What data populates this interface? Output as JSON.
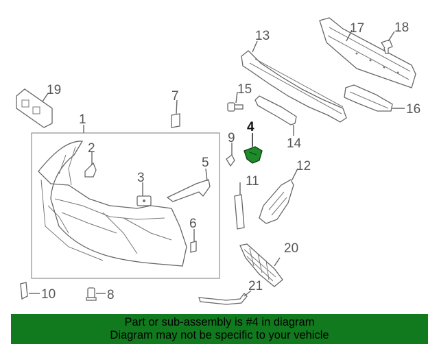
{
  "callouts": {
    "c1": "1",
    "c2": "2",
    "c3": "3",
    "c4": "4",
    "c5": "5",
    "c6": "6",
    "c7": "7",
    "c8": "8",
    "c9": "9",
    "c10": "10",
    "c11": "11",
    "c12": "12",
    "c13": "13",
    "c14": "14",
    "c15": "15",
    "c16": "16",
    "c17": "17",
    "c18": "18",
    "c19": "19",
    "c20": "20",
    "c21": "21"
  },
  "highlighted_part": "4",
  "banner": {
    "line1": "Part or sub-assembly is #4 in diagram",
    "line2": "Diagram may not be specific to your vehicle"
  },
  "colors": {
    "banner_bg": "#117a1e",
    "highlight_part": "#1f8a2a"
  }
}
